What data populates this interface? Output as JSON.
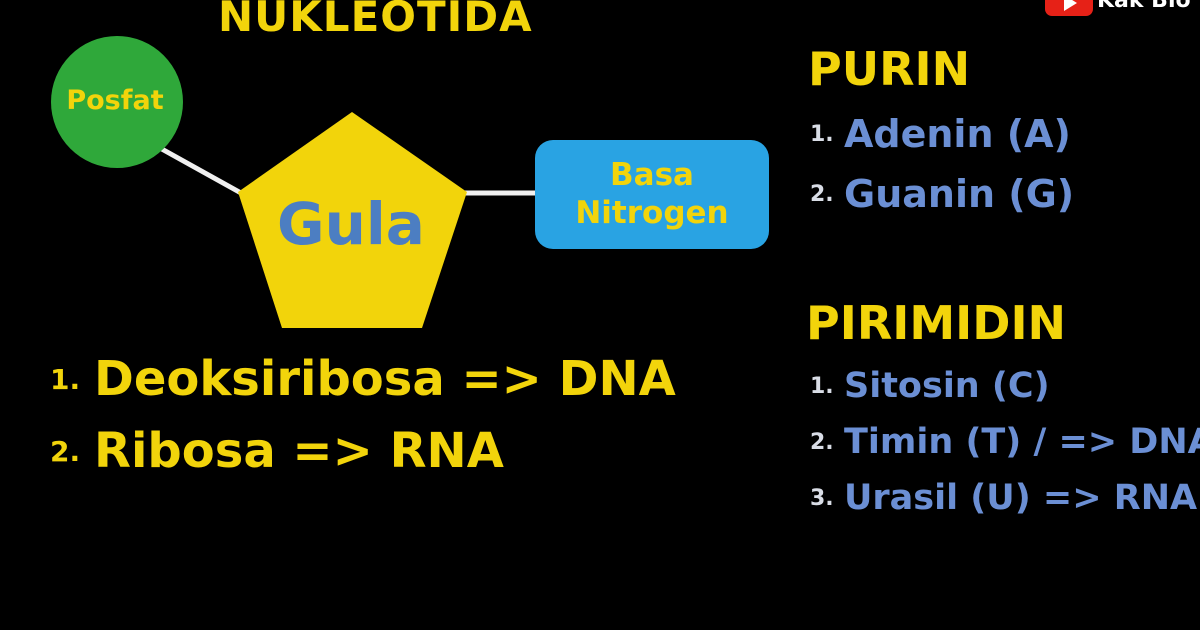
{
  "title": "NUKLEOTIDA",
  "diagram": {
    "phosphate_label": "Posfat",
    "sugar_label": "Gula",
    "base_label_line1": "Basa",
    "base_label_line2": "Nitrogen",
    "colors": {
      "phosphate": "#2fa83a",
      "sugar": "#f2d40b",
      "base_box": "#29a3e3",
      "yellow_text": "#f2d40b",
      "blue_text": "#4c7ec2"
    }
  },
  "sugar_types": [
    {
      "num": "1.",
      "text": "Deoksiribosa => DNA"
    },
    {
      "num": "2.",
      "text": "Ribosa => RNA"
    }
  ],
  "purin": {
    "title": "PURIN",
    "items": [
      {
        "num": "1.",
        "text": "Adenin (A)"
      },
      {
        "num": "2.",
        "text": "Guanin (G)"
      }
    ]
  },
  "pirimidin": {
    "title": "PIRIMIDIN",
    "items": [
      {
        "num": "1.",
        "text": "Sitosin (C)"
      },
      {
        "num": "2.",
        "text": "Timin (T) / => DNA"
      },
      {
        "num": "3.",
        "text": "Urasil (U) => RNA"
      }
    ]
  },
  "watermark": {
    "channel": "Kak Bio",
    "icon": "youtube-icon"
  }
}
